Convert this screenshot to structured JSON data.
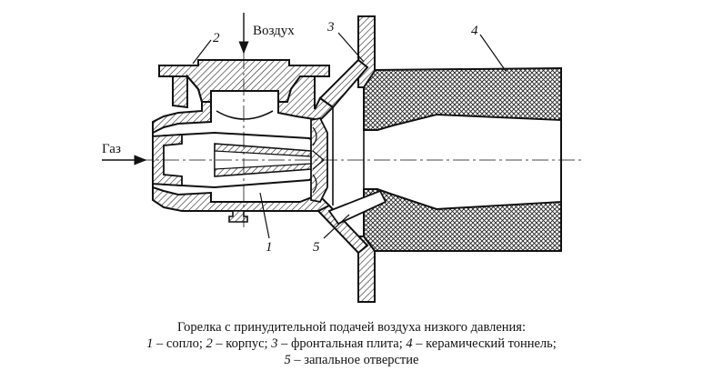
{
  "labels": {
    "air": "Воздух",
    "gas": "Газ",
    "n1": "1",
    "n2": "2",
    "n3": "3",
    "n4": "4",
    "n5": "5"
  },
  "caption": {
    "title": "Горелка с принудительной подачей воздуха низкого давления:",
    "items": [
      {
        "num": "1",
        "text": " – сопло; "
      },
      {
        "num": "2",
        "text": " – корпус; "
      },
      {
        "num": "3",
        "text": " – фронтальная плита; "
      },
      {
        "num": "4",
        "text": " – керамический тоннель;"
      }
    ],
    "last": {
      "num": "5",
      "text": " – запальное отверстие"
    }
  }
}
